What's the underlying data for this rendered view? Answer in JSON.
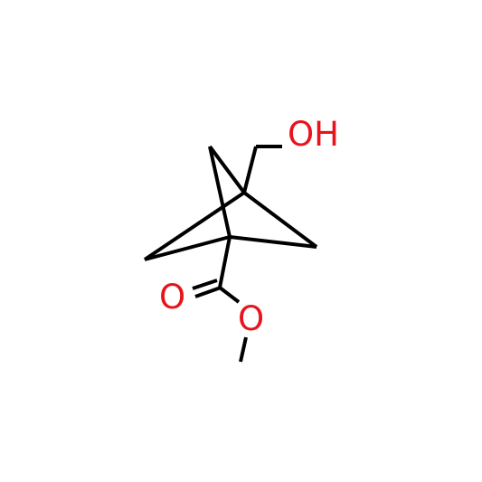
{
  "molecule": {
    "colors": {
      "bond": "#000000",
      "heteroatom": "#e8141c",
      "background": "#ffffff"
    },
    "labels": {
      "hydroxyl": "OH",
      "carbonyl_oxygen": "O",
      "ester_oxygen": "O"
    }
  }
}
